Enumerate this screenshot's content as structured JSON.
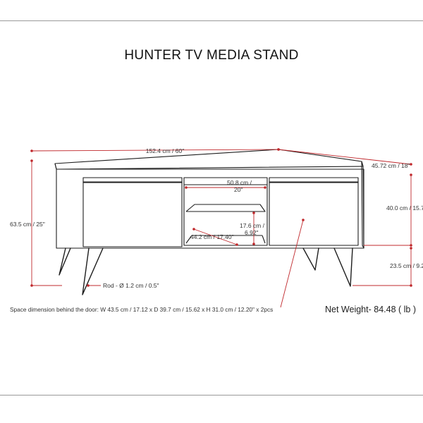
{
  "title": "HUNTER TV MEDIA STAND",
  "dimensions": {
    "width": "152.4 cm / 60\"",
    "depth": "45.72 cm / 18\"",
    "total_height": "63.5 cm / 25\"",
    "body_height": "40.0 cm / 15.7",
    "leg_height": "23.5 cm / 9.2",
    "center_width_line1": "50.8 cm /",
    "center_width_line2": "20\"",
    "shelf_depth": "44.2 cm / 17.40\"",
    "shelf_height_line1": "17.6 cm /",
    "shelf_height_line2": "6.92\"",
    "rod": "Rod - Ø 1.2 cm / 0.5\""
  },
  "space_dimension_note": "Space dimension behind the door:  W 43.5 cm / 17.12 x D 39.7 cm / 15.62 x H 31.0 cm / 12.20\" x 2pcs",
  "net_weight": "Net Weight- 84.48 ( lb )",
  "colors": {
    "dimension_line": "#c0282c",
    "outline": "#1e1e1e",
    "frame_line": "#9a9a9a"
  }
}
